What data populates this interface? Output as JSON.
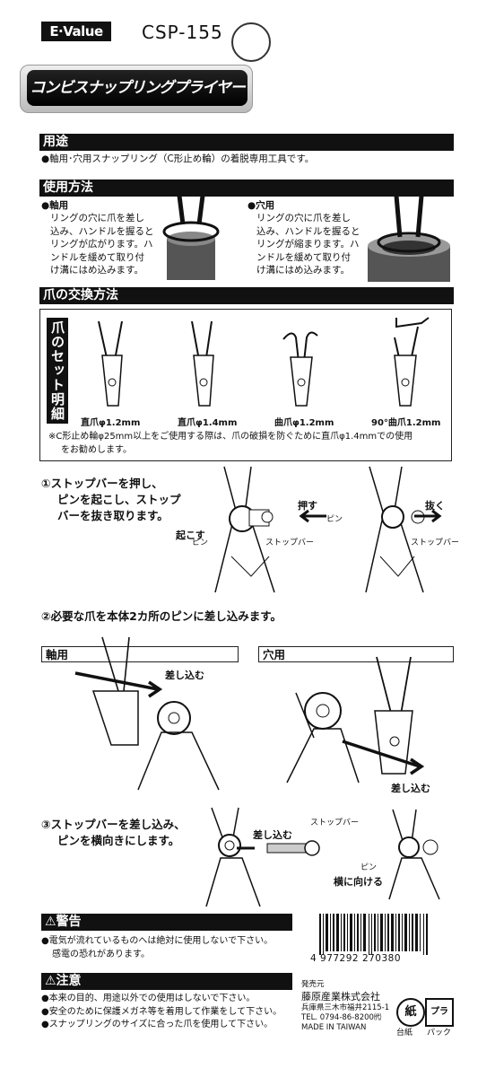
{
  "header": {
    "brand": "E·Value",
    "model": "CSP-155",
    "title": "コンビスナップリングプライヤー"
  },
  "usage": {
    "heading": "用途",
    "text": "●軸用･穴用スナップリング（C形止め輪）の着脱専用工具です。"
  },
  "howto": {
    "heading": "使用方法",
    "shaft_title": "●軸用",
    "shaft_lines": [
      "リングの穴に爪を差し",
      "込み、ハンドルを握ると",
      "リングが広がります。ハ",
      "ンドルを緩めて取り付",
      "け溝にはめ込みます。"
    ],
    "hole_title": "●穴用",
    "hole_lines": [
      "リングの穴に爪を差し",
      "込み、ハンドルを握ると",
      "リングが縮まります。ハ",
      "ンドルを緩めて取り付",
      "け溝にはめ込みます。"
    ]
  },
  "jaw_change": {
    "heading": "爪の交換方法",
    "set_label": "爪のセット明細",
    "tips": [
      "直爪φ1.2mm",
      "直爪φ1.4mm",
      "曲爪φ1.2mm",
      "90°曲爪1.2mm"
    ],
    "note_lines": [
      "※C形止め輪φ25mm以上をご使用する際は、爪の破損を防ぐために直爪φ1.4mmでの使用",
      "をお勧めします。"
    ]
  },
  "step1": {
    "lines": [
      "①ストップバーを押し、",
      "ピンを起こし、ストップ",
      "バーを抜き取ります。"
    ],
    "push": "押す",
    "raise": "起こす",
    "pin": "ピン",
    "stopbar": "ストップバー",
    "pull": "抜く",
    "pin2": "ピン",
    "stopbar2": "ストップバー"
  },
  "step2": {
    "line": "②必要な爪を本体2カ所のピンに差し込みます。",
    "shaft": "軸用",
    "hole": "穴用",
    "insert1": "差し込む",
    "insert2": "差し込む"
  },
  "step3": {
    "lines": [
      "③ストップバーを差し込み、",
      "ピンを横向きにします。"
    ],
    "insert": "差し込む",
    "stopbar": "ストップバー",
    "pin": "ピン",
    "turn": "横に向ける"
  },
  "warning": {
    "heading": "⚠警告",
    "lines": [
      "●電気が流れているものへは絶対に使用しないで下さい。",
      "感電の恐れがあります。"
    ]
  },
  "caution": {
    "heading": "⚠注意",
    "lines": [
      "●本来の目的、用途以外での使用はしないで下さい。",
      "●安全のために保護メガネ等を着用して作業をして下さい。",
      "●スナップリングのサイズに合った爪を使用して下さい。"
    ]
  },
  "barcode": {
    "number": "4 977292 270380"
  },
  "company": {
    "label": "発売元",
    "name": "藤原産業株式会社",
    "address": "兵庫県三木市福井2115-1",
    "tel": "TEL. 0794-86-8200㈹",
    "origin": "MADE IN TAIWAN"
  },
  "recycle": {
    "paper_mark": "紙",
    "plastic_mark": "プラ",
    "paper_label": "台紙",
    "plastic_label": "パック"
  }
}
